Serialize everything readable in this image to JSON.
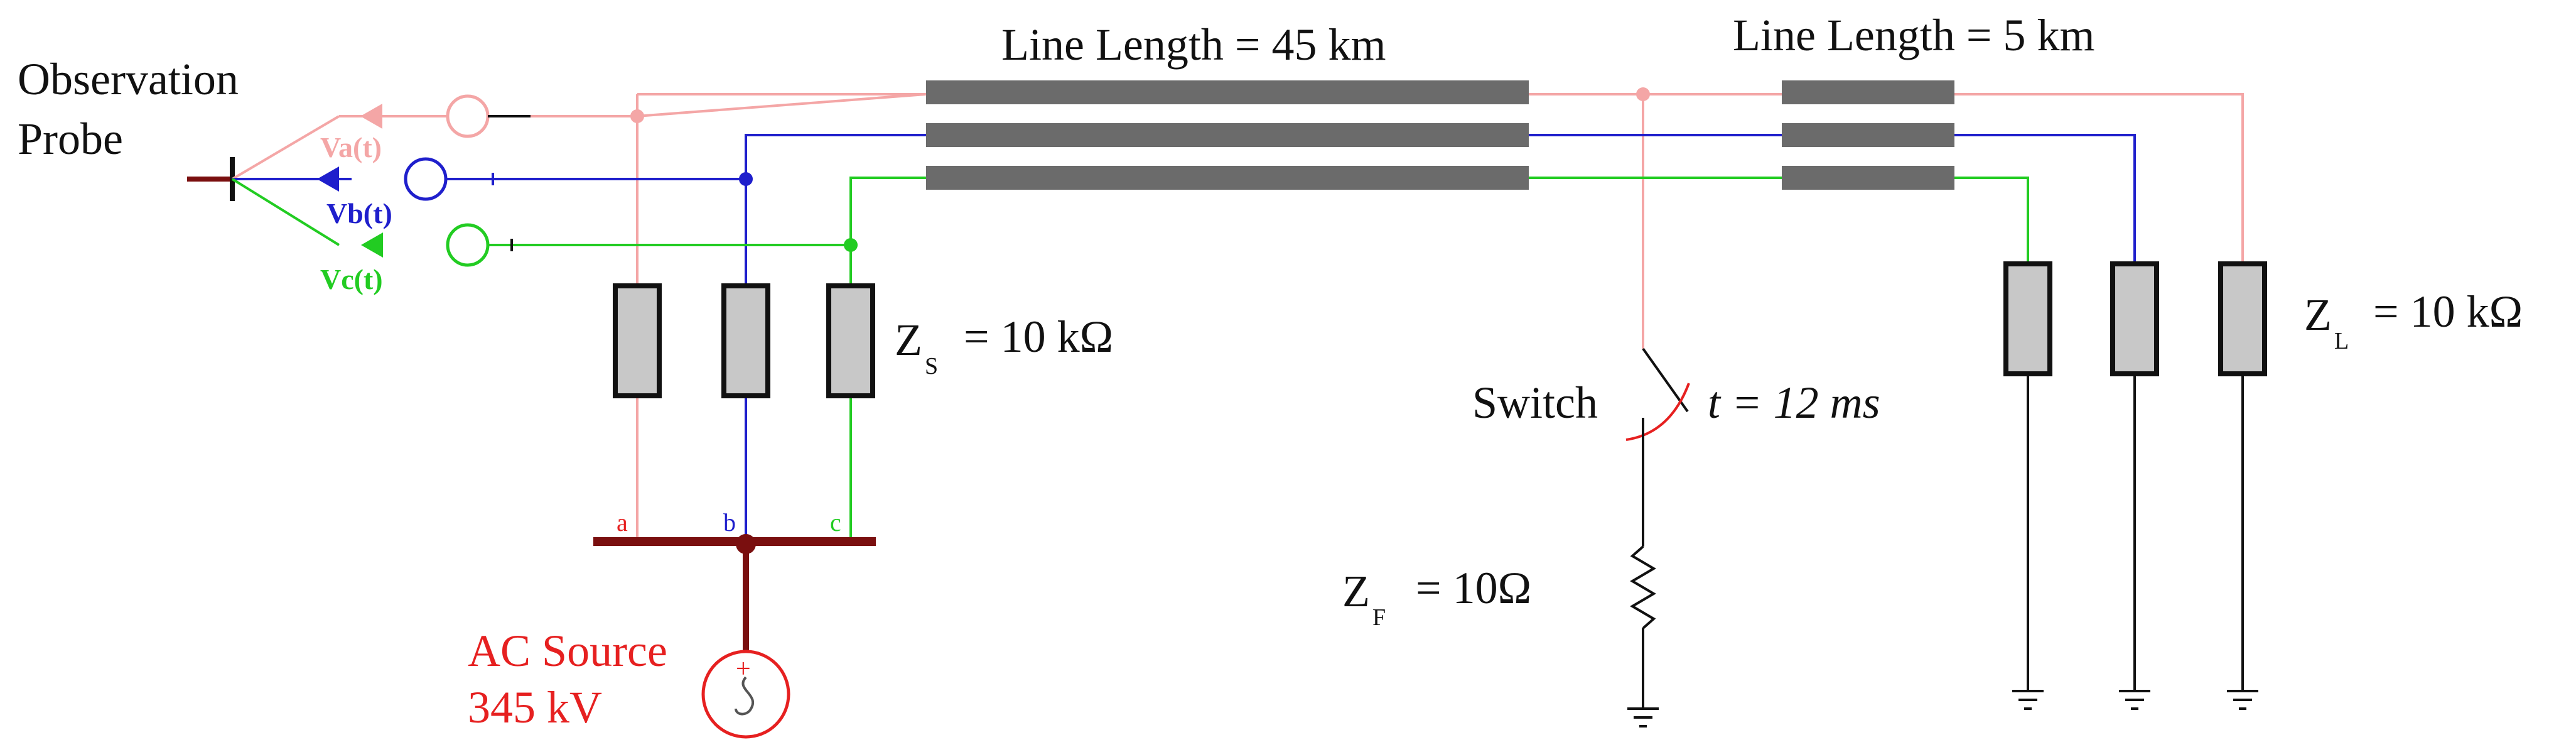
{
  "probe": {
    "title_line1": "Observation",
    "title_line2": "Probe",
    "signals": [
      {
        "label": "Va(t)",
        "phase": "a"
      },
      {
        "label": "Vb(t)",
        "phase": "b"
      },
      {
        "label": "Vc(t)",
        "phase": "c"
      }
    ]
  },
  "lines": {
    "line1_label": "Line Length = 45 km",
    "line2_label": "Line Length = 5 km"
  },
  "source_impedance": {
    "symbol": "Z",
    "subscript": "S",
    "value": "= 10 kΩ"
  },
  "load_impedance": {
    "symbol": "Z",
    "subscript": "L",
    "value": "= 10 kΩ"
  },
  "fault_impedance": {
    "symbol": "Z",
    "subscript": "F",
    "value": "= 10Ω"
  },
  "switch": {
    "label": "Switch",
    "time": "t = 12 ms"
  },
  "source": {
    "line1": "AC Source",
    "line2": "345 kV",
    "polarity": "+"
  },
  "bus_terminals": [
    "a",
    "b",
    "c"
  ],
  "colors": {
    "phase_a": "#f4a6a6",
    "phase_b": "#1f1fcc",
    "phase_c": "#22cc22",
    "line_body": "#6b6b6b",
    "impedance_fill": "#c8c8c8",
    "bus": "#7a0f0f",
    "source_red": "#e62020",
    "ground": "#111111"
  }
}
